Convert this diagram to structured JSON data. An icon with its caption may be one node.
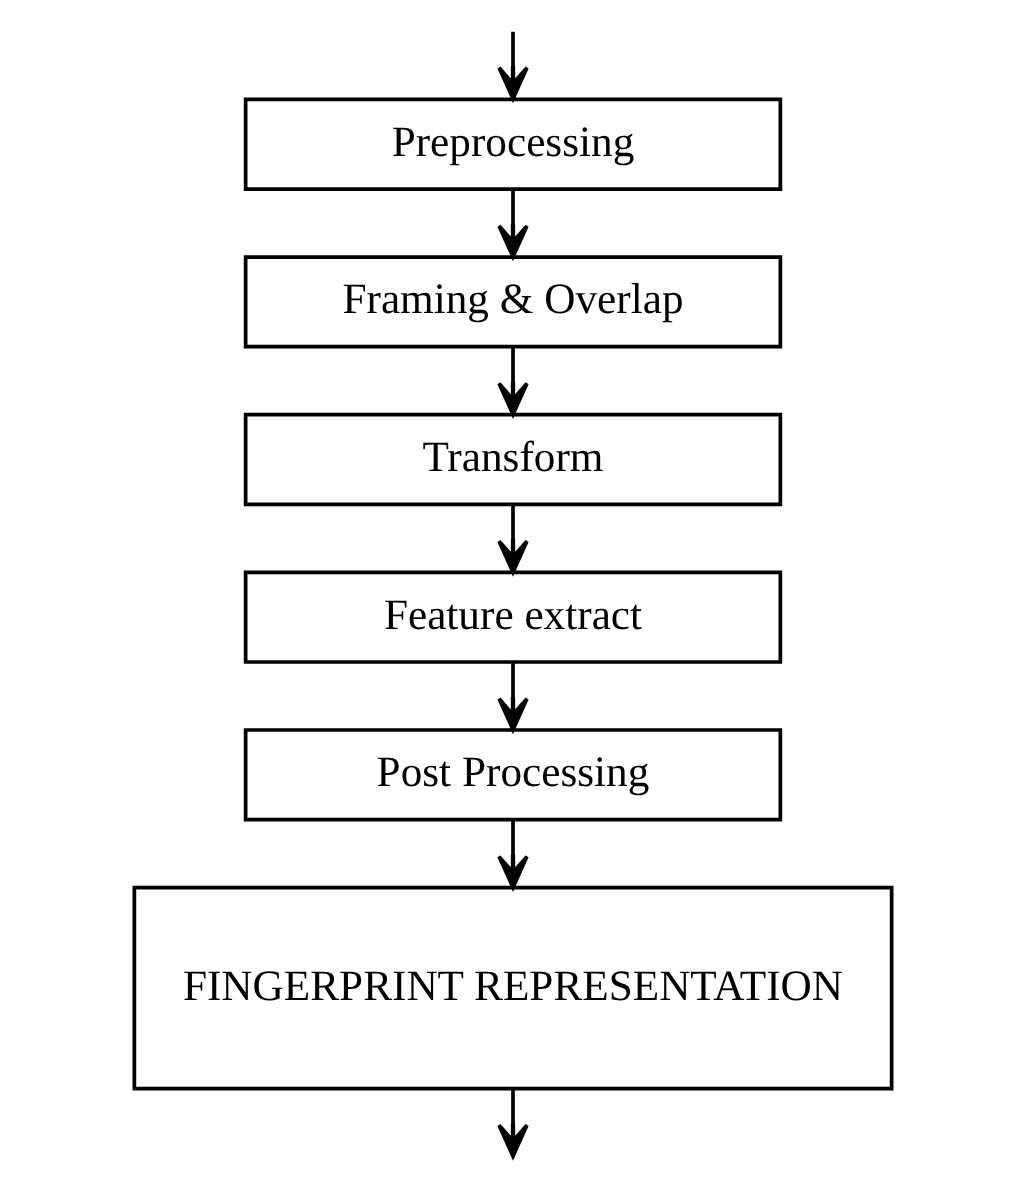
{
  "diagram": {
    "nodes": [
      {
        "text": [
          "Preprocessing"
        ]
      },
      {
        "text": [
          "Framing & Overlap"
        ]
      },
      {
        "text": [
          "Transform"
        ]
      },
      {
        "text": [
          "Feature extract"
        ]
      },
      {
        "text": [
          "Post Processing"
        ]
      },
      {
        "text": [
          "FINGERPRINT REPRESENTATION"
        ]
      }
    ],
    "edges": [
      {
        "from": null,
        "to": 0,
        "arrow": "to"
      },
      {
        "from": 0,
        "to": 1,
        "arrow": "to"
      },
      {
        "from": 1,
        "to": 2,
        "arrow": "to"
      },
      {
        "from": 2,
        "to": 3,
        "arrow": "to"
      },
      {
        "from": 3,
        "to": 4,
        "arrow": "to"
      },
      {
        "from": 4,
        "to": 5,
        "arrow": "to"
      },
      {
        "from": 5,
        "to": null,
        "arrow": "to"
      }
    ]
  }
}
